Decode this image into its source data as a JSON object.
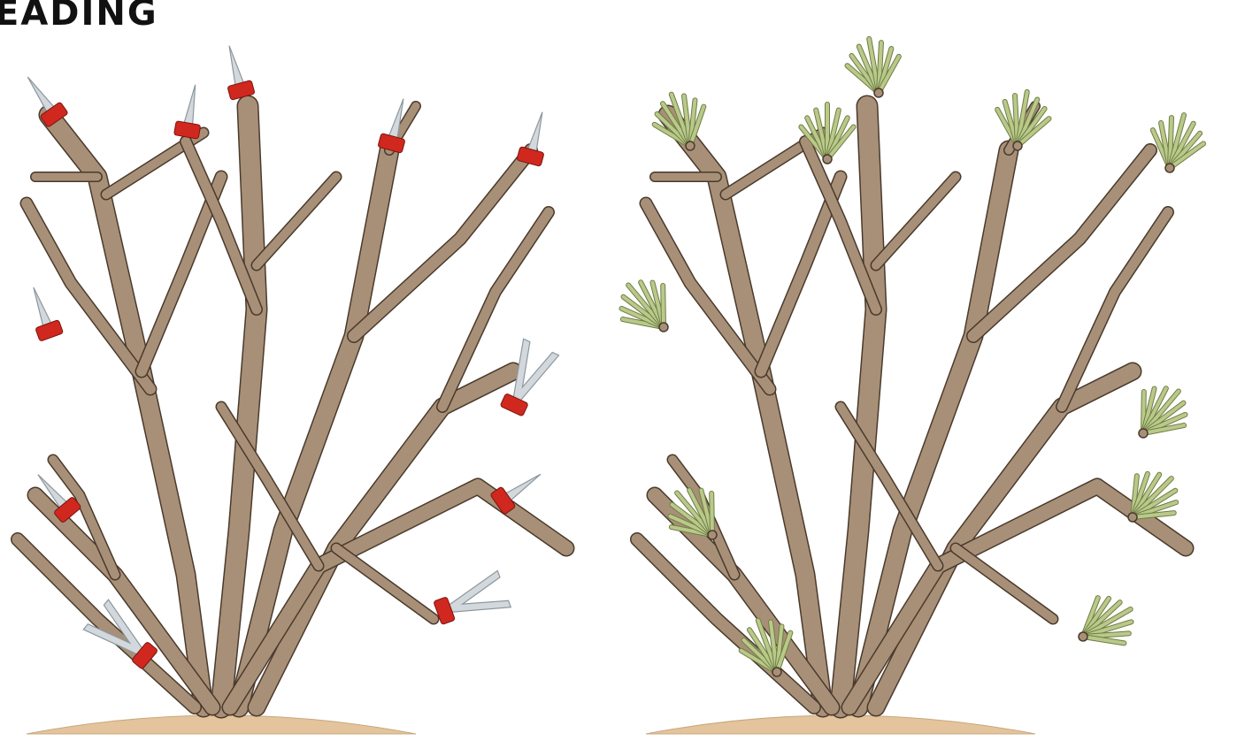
{
  "heading": "EADING",
  "panels": [
    {
      "id": "before",
      "description_icon": "shrub-pruning-cuts-icon"
    },
    {
      "id": "after",
      "description_icon": "shrub-new-growth-icon"
    }
  ],
  "colors": {
    "bark": "#a89078",
    "bark_outline": "#4a3a2c",
    "soil": "#e3c49c",
    "cut_marker": "#d0281e",
    "removed_tip": "#d2d8dc",
    "new_growth": "#b9c98a"
  }
}
